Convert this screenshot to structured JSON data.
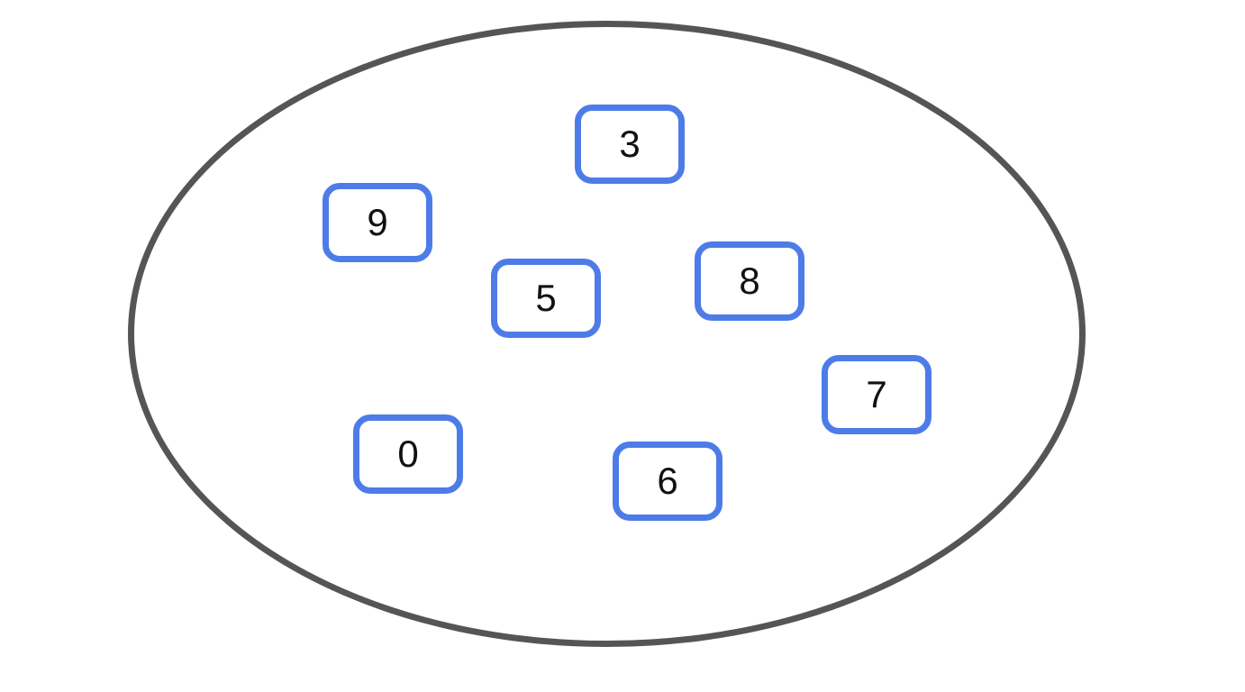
{
  "colors": {
    "ellipse-stroke": "#555555",
    "tile-border": "#4d7ce8",
    "tile-bg": "#ffffff",
    "digit-color": "#111111",
    "page-bg": "#ffffff"
  },
  "set_diagram": {
    "shape": "ellipse",
    "tiles": [
      {
        "value": "3"
      },
      {
        "value": "9"
      },
      {
        "value": "5"
      },
      {
        "value": "8"
      },
      {
        "value": "7"
      },
      {
        "value": "0"
      },
      {
        "value": "6"
      }
    ]
  }
}
